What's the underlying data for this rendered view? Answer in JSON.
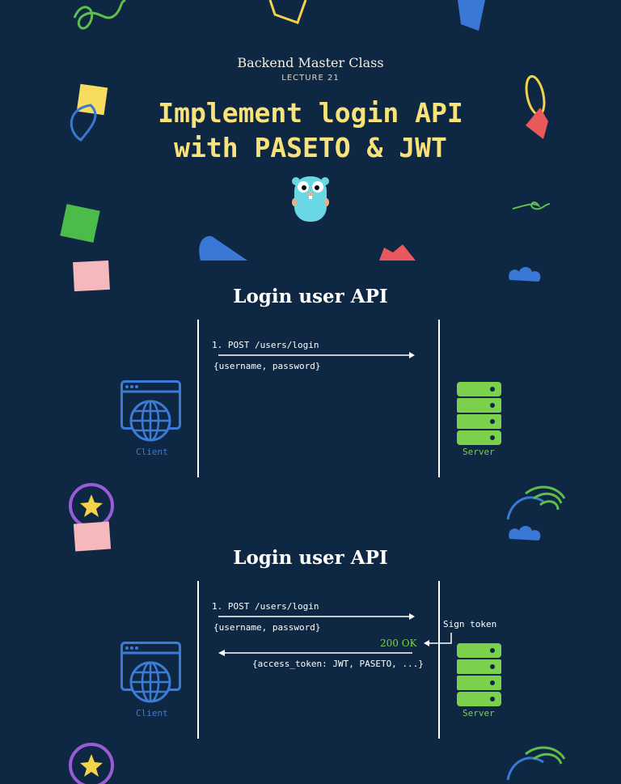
{
  "header": {
    "course": "Backend Master Class",
    "lecture": "LECTURE 21",
    "title_line1": "Implement login API",
    "title_line2": "with PASETO & JWT"
  },
  "diagram1": {
    "title": "Login user API",
    "request_label": "1. POST /users/login",
    "request_body": "{username, password}",
    "client_label": "Client",
    "server_label": "Server"
  },
  "diagram2": {
    "title": "Login user API",
    "request_label": "1. POST /users/login",
    "request_body": "{username, password}",
    "sign_label": "Sign token",
    "response_status": "200 OK",
    "response_body": "{access_token: JWT, PASETO, ...}",
    "client_label": "Client",
    "server_label": "Server"
  },
  "colors": {
    "background": "#0e2742",
    "title": "#f8e27a",
    "client_blue": "#3d7bd8",
    "server_green": "#7bd14c"
  },
  "icons": [
    "browser-globe-icon",
    "server-rack-icon",
    "gopher-mascot-icon"
  ]
}
